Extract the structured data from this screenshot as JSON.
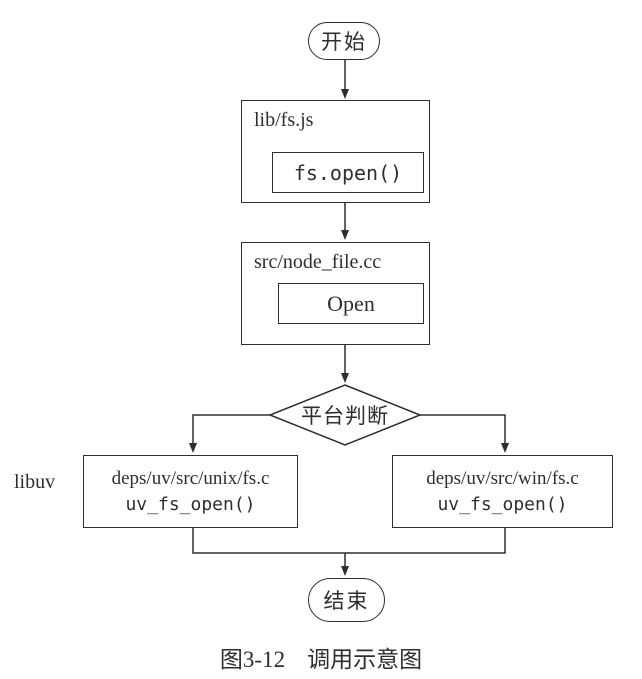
{
  "colors": {
    "line": "#2e2e2e",
    "background": "#ffffff"
  },
  "flowchart": {
    "start_label": "开始",
    "step1": {
      "title": "lib/fs.js",
      "call": "fs.open()"
    },
    "step2": {
      "title": "src/node_file.cc",
      "call": "Open"
    },
    "decision_label": "平台判断",
    "branch_left": {
      "path": "deps/uv/src/unix/fs.c",
      "call": "uv_fs_open()"
    },
    "branch_right": {
      "path": "deps/uv/src/win/fs.c",
      "call": "uv_fs_open()"
    },
    "side_label": "libuv",
    "end_label": "结束"
  },
  "caption": {
    "number": "图3-12",
    "title": "调用示意图"
  }
}
